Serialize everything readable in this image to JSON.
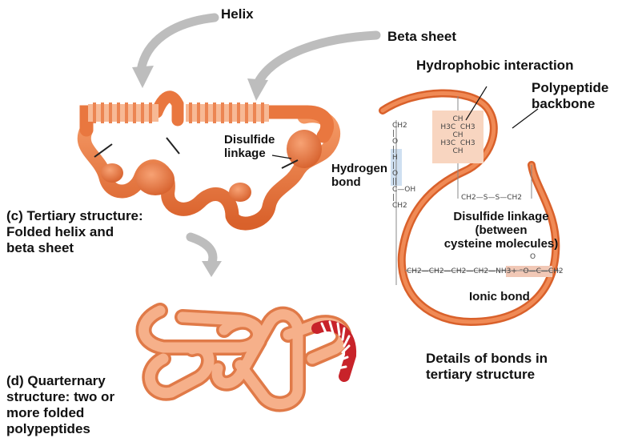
{
  "labels": {
    "helix": "Helix",
    "beta_sheet": "Beta sheet",
    "disulfide_left": "Disulfide\nlinkage",
    "hydrogen_bond": "Hydrogen\nbond",
    "hydrophobic": "Hydrophobic interaction",
    "polypeptide_backbone": "Polypeptide\nbackbone",
    "disulfide_right": "Disulfide linkage\n(between\ncysteine molecules)",
    "ionic_bond": "Ionic bond",
    "tertiary_caption": "(c) Tertiary structure:\nFolded helix and\nbeta sheet",
    "quaternary_caption": "(d) Quarternary\nstructure: two or\nmore folded\npolypeptides",
    "details_caption": "Details of bonds in\ntertiary structure"
  },
  "chem": {
    "hydrophobic_block": "CH\nH3C  CH3\nCH\nH3C  CH3\nCH",
    "hbond_chain": "CH2\n|\nO\n|\nH\n|\nO\n||\nC—OH\n|\nCH2",
    "ss_chain": "CH2—S—S—CH2",
    "ionic_chain": "CH2—CH2—CH2—CH2—NH3+ ⁻O—C—CH2",
    "ionic_o": "O",
    "colors": {
      "ribbon": "#ea7a45",
      "ribbon_light": "#f6b48c",
      "ribbon_dark": "#c9541f",
      "quaternary": "#f3a47a",
      "quaternary_red": "#c8232a",
      "arrow": "#c9c9c9",
      "highlight": "#f8d5c0",
      "hbond_highlight": "#cfe0f1"
    }
  }
}
